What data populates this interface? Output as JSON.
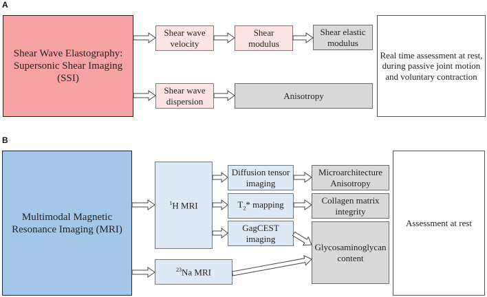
{
  "panel_a": {
    "label": "A",
    "source": {
      "line1": "Shear Wave Elastography:",
      "line2": "Supersonic Shear Imaging (SSI)",
      "color": "#f8a3a3"
    },
    "velocity": {
      "line1": "Shear wave",
      "line2": "velocity"
    },
    "modulus": {
      "line1": "Shear",
      "line2": "modulus"
    },
    "elastic": {
      "line1": "Shear elastic",
      "line2": "modulus"
    },
    "dispersion": {
      "line1": "Shear wave",
      "line2": "dispersion"
    },
    "anisotropy": "Anisotropy",
    "assessment": {
      "line1": "Real time assessment at rest,",
      "line2": "during passive joint motion",
      "line3": "and voluntary contraction"
    }
  },
  "panel_b": {
    "label": "B",
    "source": {
      "line1": "Multimodal Magnetic",
      "line2": "Resonance Imaging (MRI)",
      "color": "#a4c6e8"
    },
    "h_mri": {
      "sup": "1",
      "text": "H MRI"
    },
    "na_mri": {
      "sup": "23",
      "text": "Na MRI"
    },
    "dti": {
      "line1": "Diffusion tensor",
      "line2": "imaging"
    },
    "t2": {
      "prefix": "T",
      "sub": "2",
      "suffix": "* mapping"
    },
    "gagcest": {
      "line1": "GagCEST",
      "line2": "imaging"
    },
    "micro": {
      "line1": "Microarchitecture",
      "line2": "Anisotropy"
    },
    "collagen": {
      "line1": "Collagen matrix",
      "line2": "integrity"
    },
    "gag": {
      "line1": "Glycosaminoglycan",
      "line2": "content"
    },
    "assessment": "Assessment at rest"
  }
}
